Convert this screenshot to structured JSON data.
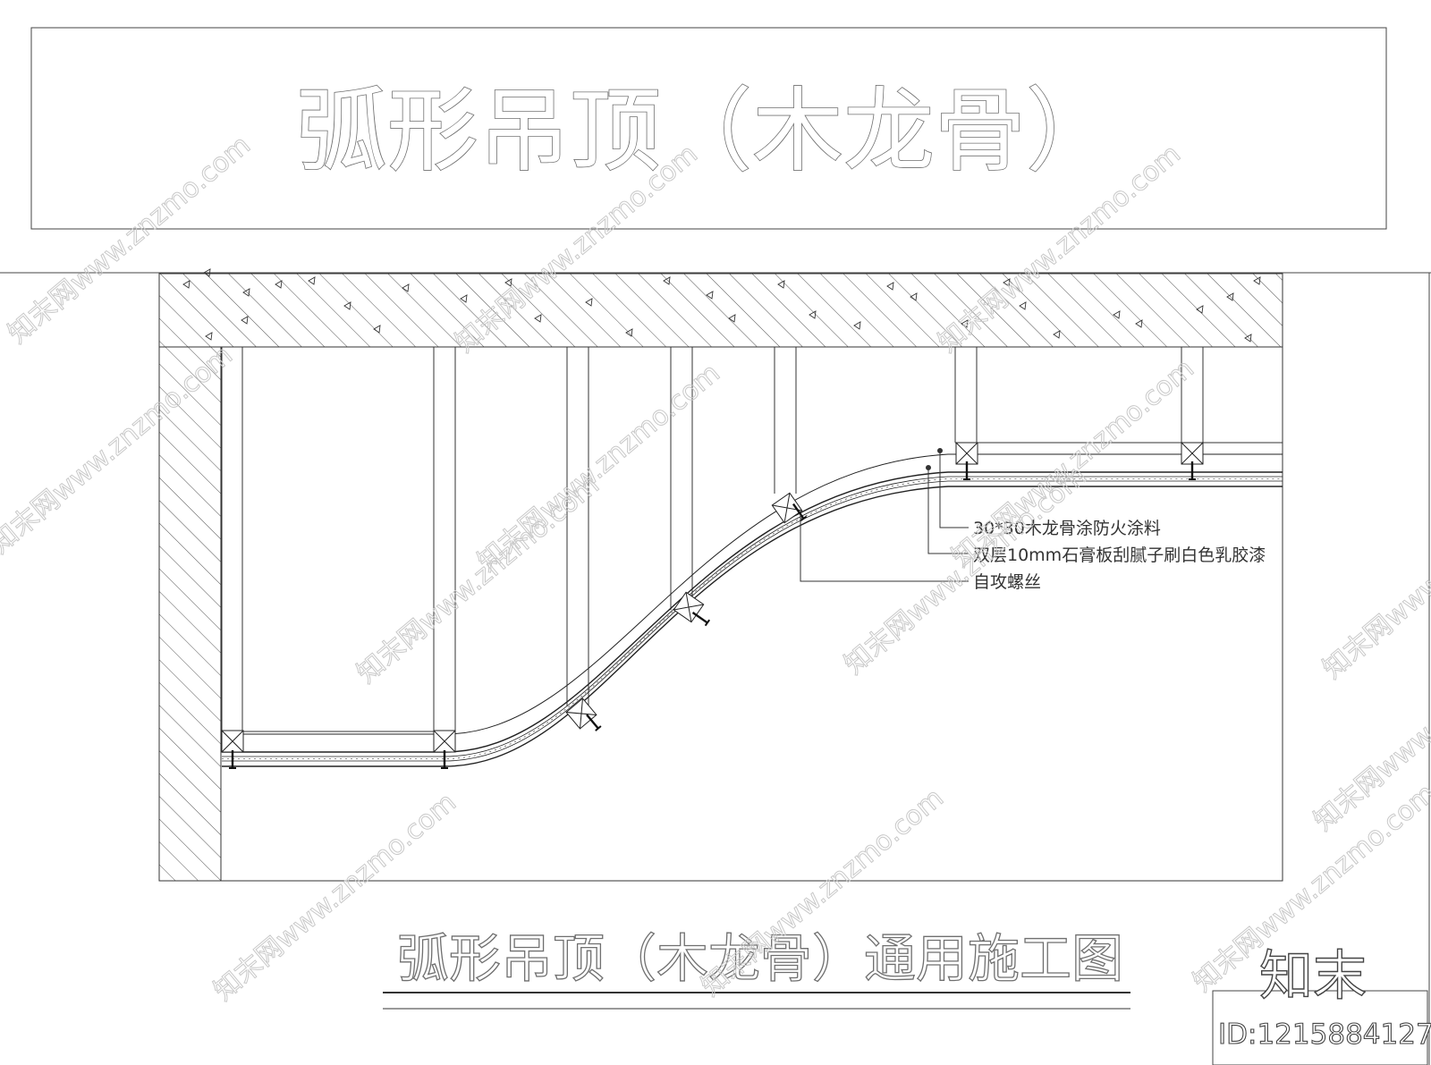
{
  "header": {
    "title": "弧形吊顶（木龙骨）"
  },
  "annotations": {
    "joist": "30*30木龙骨涂防火涂料",
    "board": "双层10mm石膏板刮腻子刷白色乳胶漆",
    "screw": "自攻螺丝"
  },
  "footer": {
    "caption": "弧形吊顶（木龙骨）通用施工图"
  },
  "logo": {
    "brand": "知末",
    "id": "ID:1215884127"
  },
  "watermark": {
    "text": "知末网www.znzmo.com"
  },
  "colors": {
    "line": "#2a2a2a",
    "outline_text": "#6f6f6f",
    "watermark": "#c9c9c9"
  }
}
